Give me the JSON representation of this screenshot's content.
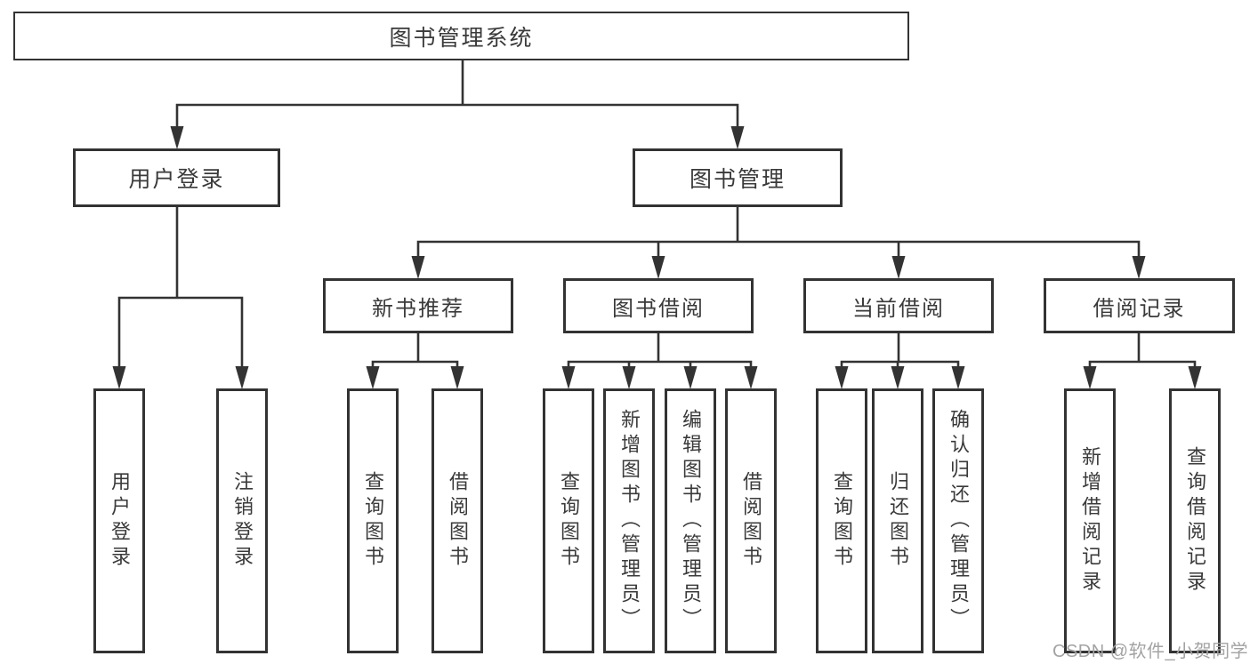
{
  "tree": {
    "label": "图书管理系统",
    "children": [
      {
        "label": "用户登录",
        "children": [
          {
            "label": "用户登录"
          },
          {
            "label": "注销登录"
          }
        ]
      },
      {
        "label": "图书管理",
        "children": [
          {
            "label": "新书推荐",
            "children": [
              {
                "label": "查询图书"
              },
              {
                "label": "借阅图书"
              }
            ]
          },
          {
            "label": "图书借阅",
            "children": [
              {
                "label": "查询图书"
              },
              {
                "label": "新增图书（管理员）"
              },
              {
                "label": "编辑图书（管理员）"
              },
              {
                "label": "借阅图书"
              }
            ]
          },
          {
            "label": "当前借阅",
            "children": [
              {
                "label": "查询图书"
              },
              {
                "label": "归还图书"
              },
              {
                "label": "确认归还（管理员）"
              }
            ]
          },
          {
            "label": "借阅记录",
            "children": [
              {
                "label": "新增借阅记录"
              },
              {
                "label": "查询借阅记录"
              }
            ]
          }
        ]
      }
    ]
  },
  "watermark": "CSDN @软件_小贺同学",
  "colors": {
    "line": "#333333",
    "text": "#3a3a3a",
    "background": "#ffffff",
    "watermark": "#a3a3a3"
  }
}
